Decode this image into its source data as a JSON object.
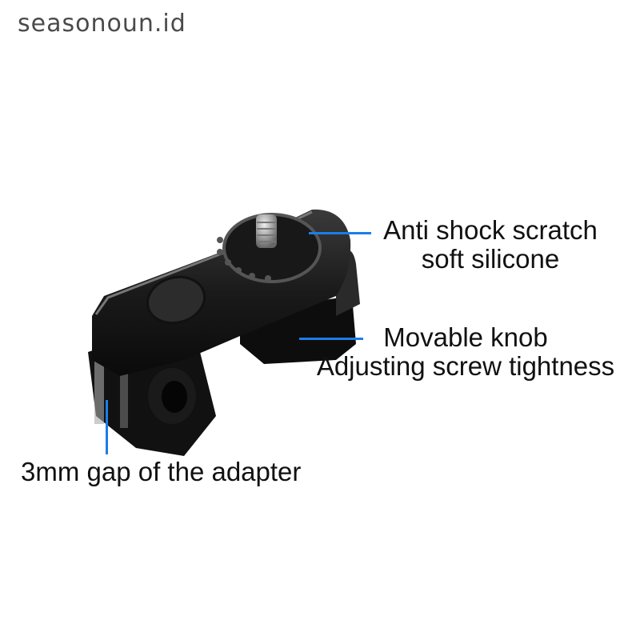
{
  "watermark": "seasonoun.id",
  "annotations": [
    {
      "id": "silicone",
      "line1": "Anti shock scratch",
      "line2": "soft silicone"
    },
    {
      "id": "knob",
      "line1": "Movable knob",
      "line2": "Adjusting screw tightness"
    },
    {
      "id": "gap",
      "line1": "3mm gap of the adapter"
    }
  ],
  "colors": {
    "leader": "#1a7fe6",
    "text": "#111111",
    "background": "#ffffff"
  }
}
